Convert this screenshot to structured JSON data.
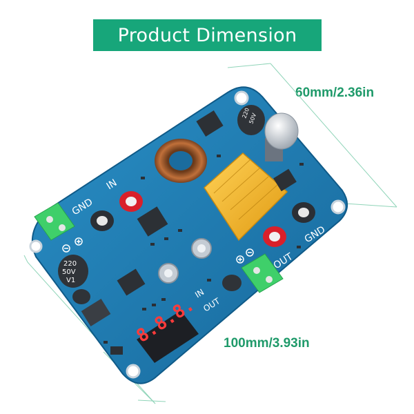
{
  "header": {
    "title": "Product Dimension"
  },
  "dimensions": {
    "height_label": "60mm/2.36in",
    "width_label": "100mm/3.93in"
  },
  "board": {
    "silkscreen": {
      "in_top": "IN",
      "gnd_left": "GND",
      "out_right": "OUT",
      "gnd_right": "GND",
      "in_small": "IN",
      "out_small": "OUT"
    },
    "display": {
      "digits": "8.8.8."
    },
    "capacitor_left": {
      "line1": "220",
      "line2": "50V",
      "line3": "V1"
    },
    "capacitor_top": {
      "line1": "220",
      "line2": "50V"
    }
  },
  "colors": {
    "accent": "#17a67a",
    "pcb": "#1f7fb5",
    "heatsink": "#f4b928",
    "terminal": "#3fcf6a"
  }
}
